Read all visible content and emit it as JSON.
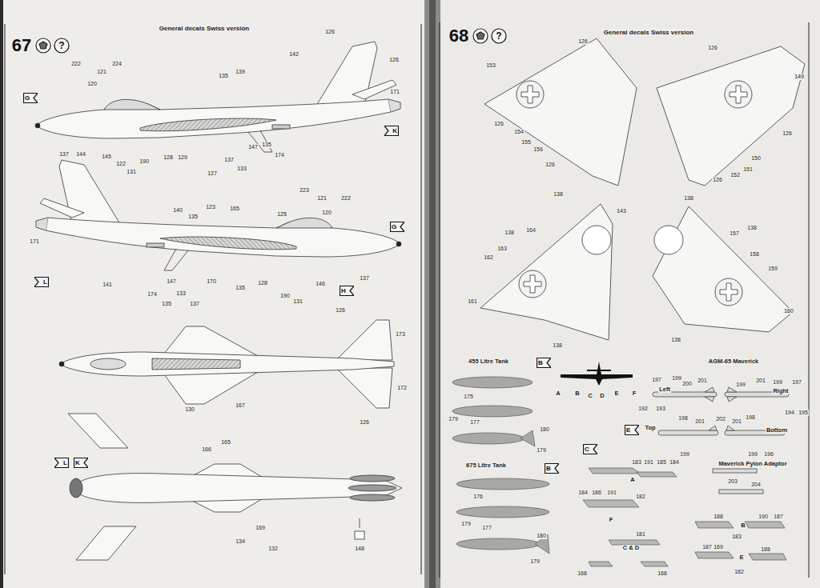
{
  "diagram": {
    "nodes": [
      {
        "text": [
          "67"
        ]
      },
      {
        "text": [
          "?"
        ]
      },
      {
        "text": [
          "68"
        ]
      },
      {
        "text": [
          "?"
        ]
      },
      {
        "text": [
          "G"
        ]
      },
      {
        "text": [
          "K"
        ]
      },
      {
        "text": [
          "L"
        ]
      },
      {
        "text": [
          "G"
        ]
      },
      {
        "text": [
          "H"
        ]
      },
      {
        "text": [
          "L"
        ]
      },
      {
        "text": [
          "K"
        ]
      },
      {
        "text": [
          "B"
        ]
      },
      {
        "text": [
          "B"
        ]
      },
      {
        "text": [
          "C"
        ]
      },
      {
        "text": [
          "E"
        ]
      }
    ],
    "labels": [
      "General decals Swiss version",
      "126",
      "126",
      "142",
      "135",
      "139",
      "222",
      "121",
      "224",
      "120",
      "171",
      "137",
      "144",
      "145",
      "122",
      "131",
      "190",
      "128",
      "129",
      "127",
      "137",
      "133",
      "147",
      "135",
      "174",
      "171",
      "140",
      "135",
      "123",
      "165",
      "125",
      "223",
      "121",
      "222",
      "120",
      "141",
      "174",
      "147",
      "133",
      "135",
      "137",
      "170",
      "135",
      "128",
      "190",
      "131",
      "146",
      "137",
      "126",
      "173",
      "172",
      "126",
      "130",
      "167",
      "165",
      "166",
      "134",
      "169",
      "132",
      "148",
      "General decals Swiss version",
      "126",
      "153",
      "126",
      "154",
      "155",
      "156",
      "126",
      "126",
      "149",
      "126",
      "150",
      "151",
      "152",
      "126",
      "138",
      "143",
      "138",
      "164",
      "163",
      "162",
      "161",
      "138",
      "138",
      "157",
      "138",
      "158",
      "159",
      "160",
      "138",
      "455 Litre Tank",
      "175",
      "179",
      "177",
      "180",
      "179",
      "675 Litre Tank",
      "176",
      "179",
      "177",
      "180",
      "179",
      "A",
      "B",
      "C",
      "D",
      "E",
      "F",
      "AGM-65 Maverick",
      "197",
      "199",
      "Left",
      "200",
      "201",
      "199",
      "201",
      "199",
      "197",
      "Right",
      "192",
      "193",
      "194",
      "195",
      "Top",
      "198",
      "201",
      "202",
      "201",
      "198",
      "Bottom",
      "199",
      "199",
      "196",
      "Maverick Pylon Adaptor",
      "203",
      "204",
      "183",
      "191",
      "185",
      "184",
      "A",
      "184",
      "186",
      "191",
      "182",
      "F",
      "181",
      "C & D",
      "168",
      "168",
      "188",
      "190",
      "187",
      "B",
      "183",
      "187",
      "169",
      "188",
      "E",
      "182"
    ]
  }
}
